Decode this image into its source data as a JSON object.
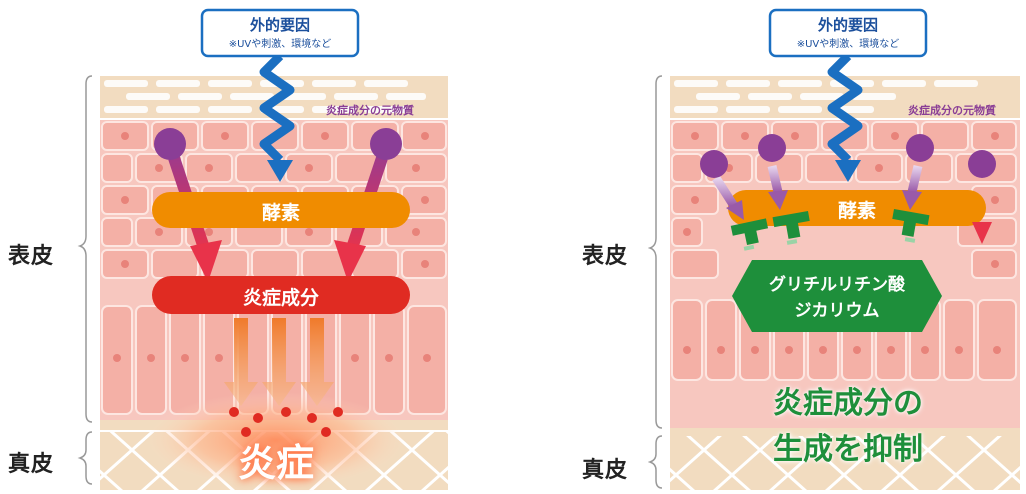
{
  "labels": {
    "epidermis": "表皮",
    "dermis": "真皮"
  },
  "left_panel": {
    "external_title": "外的要因",
    "external_sub": "※UVや刺激、環境など",
    "precursor": "炎症成分の元物質",
    "enzyme": "酵素",
    "inflammatory": "炎症成分",
    "result": "炎症"
  },
  "right_panel": {
    "external_title": "外的要因",
    "external_sub": "※UVや刺激、環境など",
    "precursor": "炎症成分の元物質",
    "enzyme": "酵素",
    "agent_line1": "グリチルリチン酸",
    "agent_line2": "ジカリウム",
    "result_line1": "炎症成分の",
    "result_line2": "生成を抑制"
  },
  "colors": {
    "skin_cell": "#f4b8b0",
    "cell_border": "#fce4df",
    "enzyme": "#f08c00",
    "inflammatory": "#e02b22",
    "agent": "#1e8f3b",
    "molecule": "#8a3e96",
    "zigzag": "#1b6fc1",
    "dermis": "#f2dcc0"
  }
}
